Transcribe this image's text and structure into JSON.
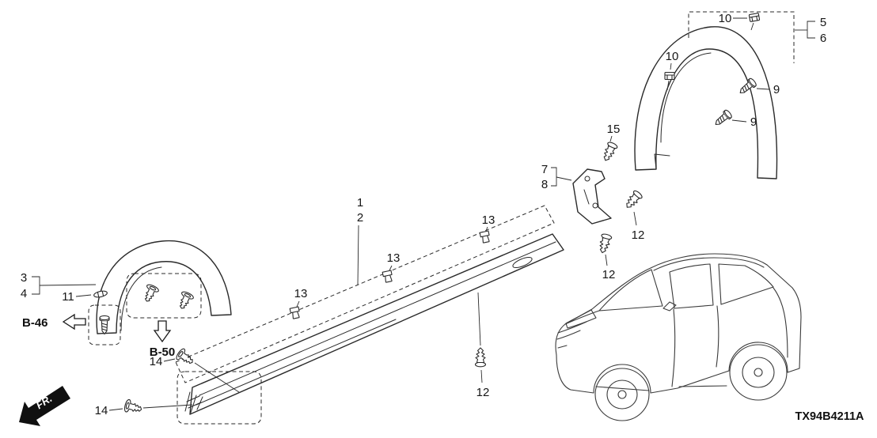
{
  "page": {
    "background": "#ffffff",
    "diagram_id": "TX94B4211A"
  },
  "refs": {
    "b46": "B-46",
    "b50": "B-50",
    "fr": "FR."
  },
  "callouts": {
    "n1": "1",
    "n2": "2",
    "n3": "3",
    "n4": "4",
    "n5": "5",
    "n6": "6",
    "n7": "7",
    "n8": "8",
    "n9_upper": "9",
    "n9_lower": "9",
    "n10_top": "10",
    "n10_left": "10",
    "n11": "11",
    "n12_bracket_right": "12",
    "n12_bracket_lower": "12",
    "n12_sill": "12",
    "n13_left": "13",
    "n13_mid": "13",
    "n13_right": "13",
    "n14_upper": "14",
    "n14_lower": "14",
    "n15": "15"
  }
}
